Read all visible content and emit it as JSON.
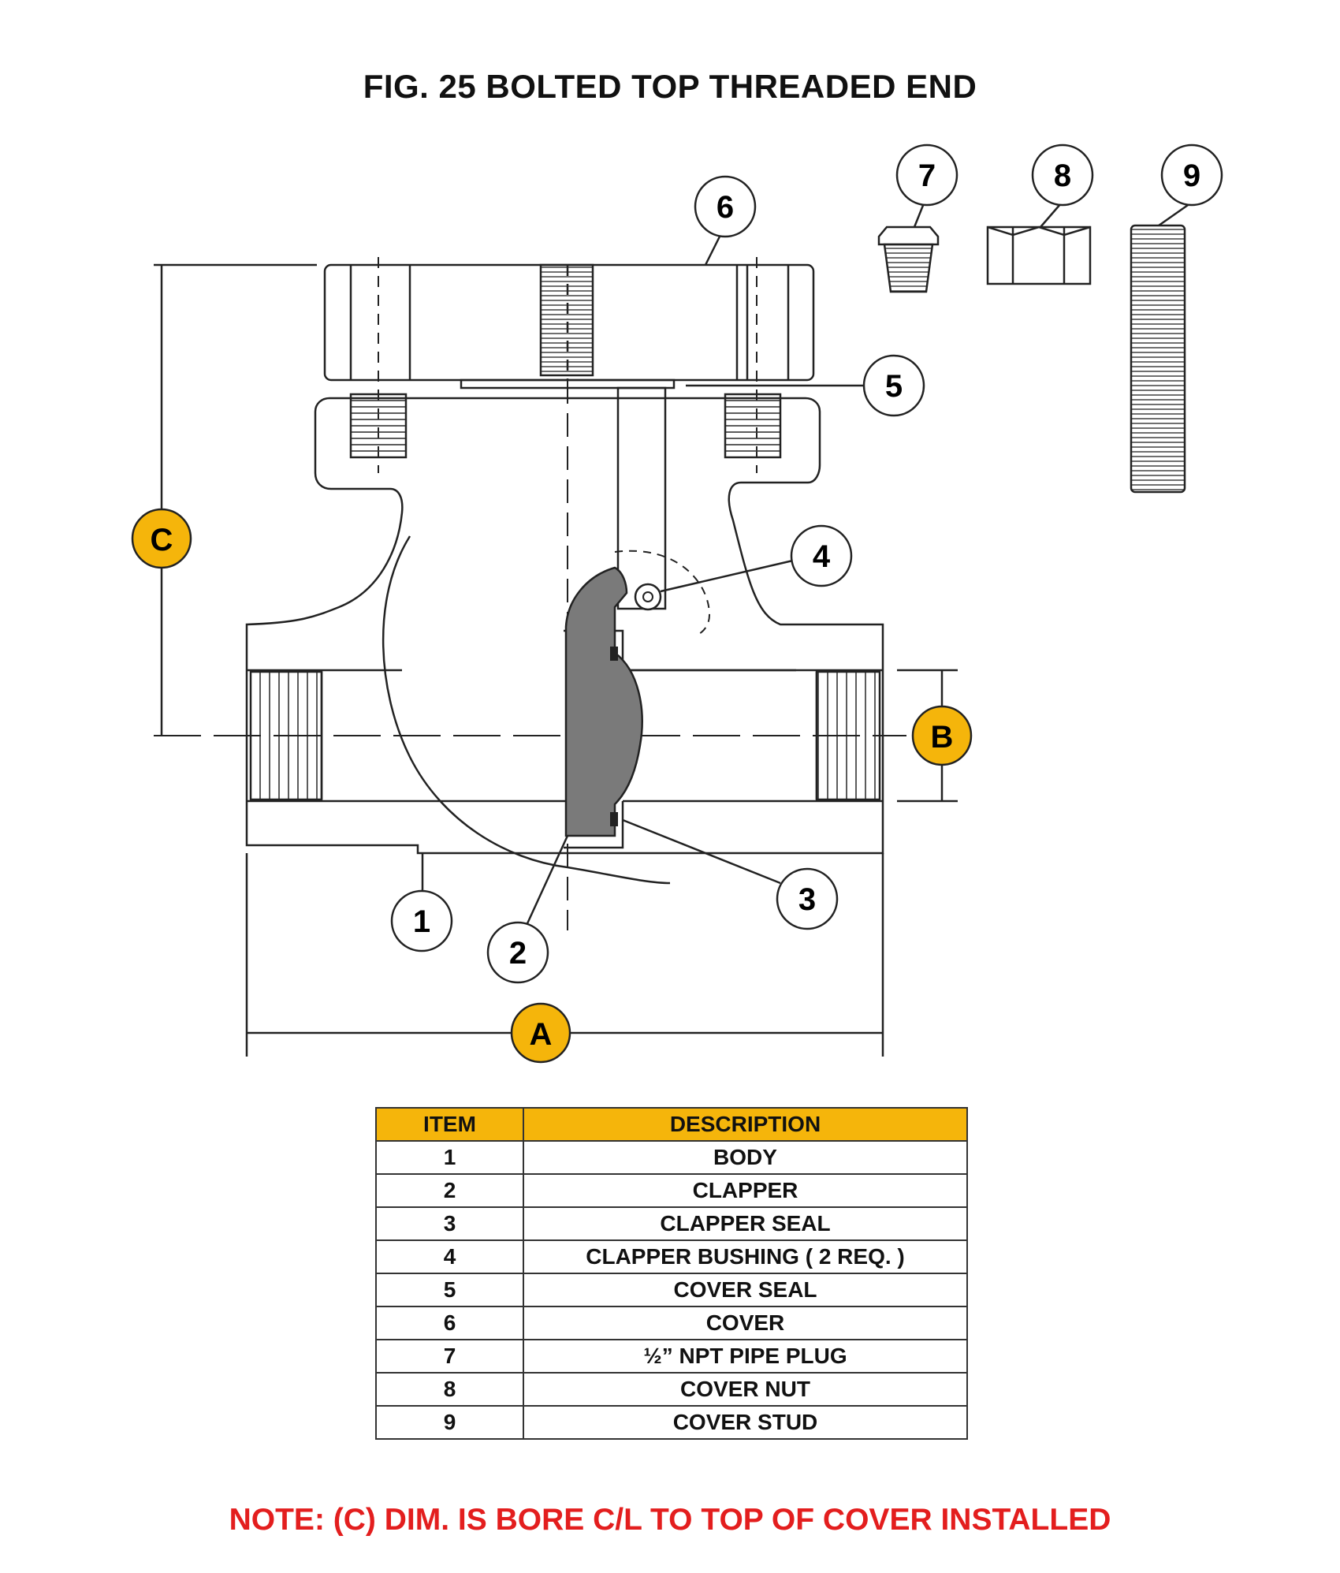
{
  "title": "FIG. 25 BOLTED TOP THREADED END",
  "callouts": {
    "items": [
      "1",
      "2",
      "3",
      "4",
      "5",
      "6",
      "7",
      "8",
      "9"
    ],
    "dimensions": {
      "a": "A",
      "b": "B",
      "c": "C"
    }
  },
  "table": {
    "headers": {
      "item": "ITEM",
      "description": "DESCRIPTION"
    },
    "rows": [
      {
        "item": "1",
        "description": "BODY"
      },
      {
        "item": "2",
        "description": "CLAPPER"
      },
      {
        "item": "3",
        "description": "CLAPPER SEAL"
      },
      {
        "item": "4",
        "description": "CLAPPER BUSHING ( 2 REQ. )"
      },
      {
        "item": "5",
        "description": "COVER SEAL"
      },
      {
        "item": "6",
        "description": "COVER"
      },
      {
        "item": "7",
        "description": "½” NPT PIPE PLUG"
      },
      {
        "item": "8",
        "description": "COVER NUT"
      },
      {
        "item": "9",
        "description": "COVER STUD"
      }
    ]
  },
  "note": "NOTE: (C) DIM. IS BORE C/L TO TOP OF COVER INSTALLED",
  "colors": {
    "dimension_badge": "#f5b50b",
    "header_fill": "#f5b50b",
    "note_text": "#e31e1e",
    "clapper_fill": "#7a7a7a"
  }
}
